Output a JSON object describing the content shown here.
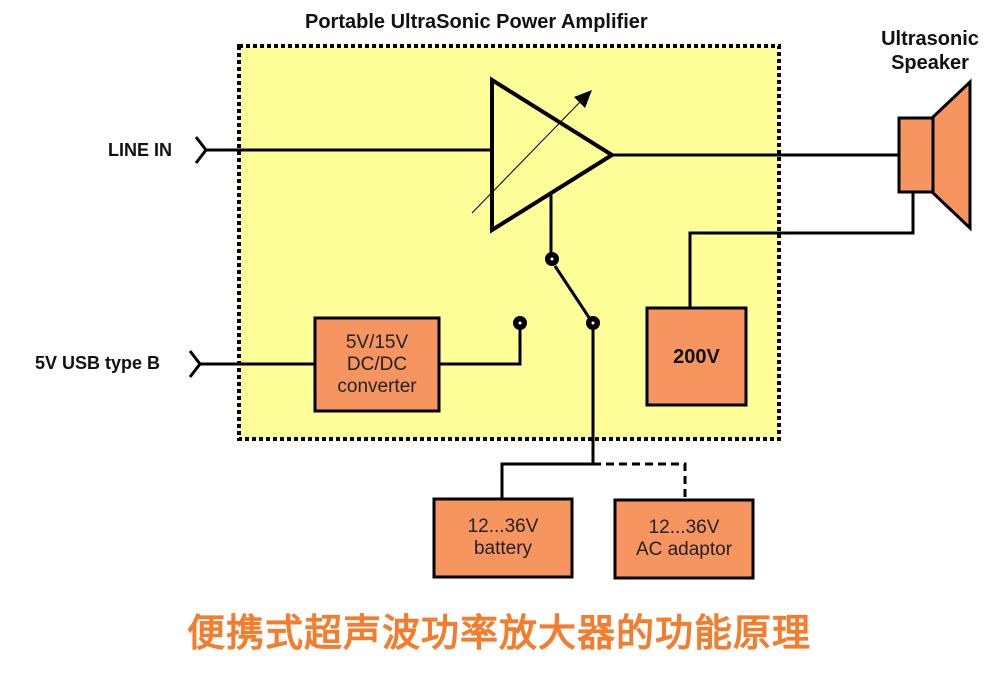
{
  "title": "Portable UltraSonic Power Amplifier",
  "speaker_label": [
    "Ultrasonic",
    "Speaker"
  ],
  "inputs": {
    "line_in": "LINE IN",
    "usb": "5V USB type B"
  },
  "blocks": {
    "converter": [
      "5V/15V",
      "DC/DC",
      "converter"
    ],
    "hv": "200V",
    "battery": [
      "12...36V",
      "battery"
    ],
    "ac_adaptor": [
      "12...36V",
      "AC adaptor"
    ]
  },
  "caption": "便携式超声波功率放大器的功能原理",
  "colors": {
    "enclosure_fill": "#ffff99",
    "block_fill": "#f79560",
    "caption": "#f47c2c",
    "line": "#000000"
  }
}
